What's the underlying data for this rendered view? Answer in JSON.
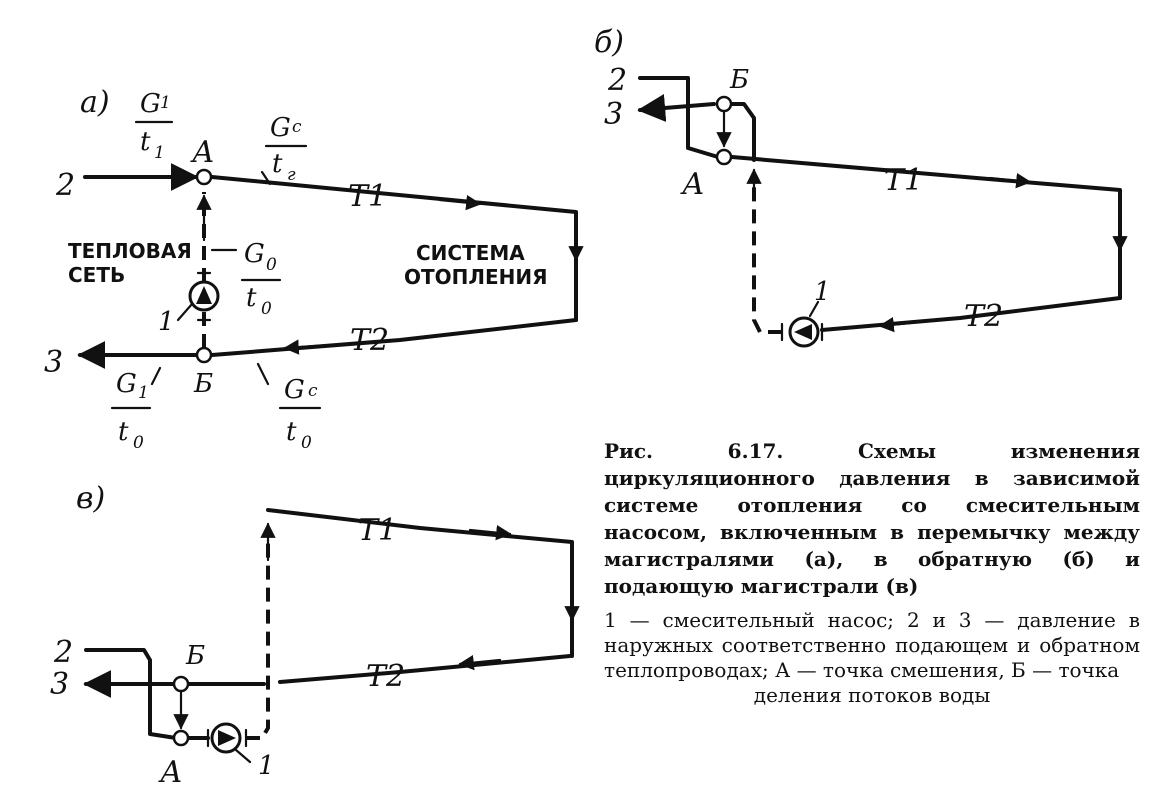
{
  "panels": {
    "a": {
      "letter": "а)",
      "inlet": "2",
      "outlet": "3",
      "node_A": "А",
      "node_B": "Б",
      "pipe_supply": "Т1",
      "pipe_return": "Т2",
      "pump_num": "1",
      "network_label": [
        "ТЕПЛОВАЯ",
        "СЕТЬ"
      ],
      "system_label": [
        "СИСТЕМА",
        "ОТОПЛЕНИЯ"
      ],
      "G1_top": "G",
      "G1_top_sub": "1",
      "t1_top": "t",
      "t1_top_sub": "1",
      "Gc_top": "G",
      "Gc_top_sub": "с",
      "tr_top": "t",
      "tr_top_sub": "г",
      "G0": "G",
      "G0_sub": "0",
      "t0_mid": "t",
      "t0_mid_sub": "0",
      "G1_bot": "G",
      "G1_bot_sub": "1",
      "t0_bot_l": "t",
      "t0_bot_l_sub": "0",
      "Gc_bot": "G",
      "Gc_bot_sub": "с",
      "t0_bot_r": "t",
      "t0_bot_r_sub": "0"
    },
    "b": {
      "letter": "б)",
      "inlet": "2",
      "outlet": "3",
      "node_A": "А",
      "node_B": "Б",
      "pipe_supply": "Т1",
      "pipe_return": "Т2",
      "pump_num": "1"
    },
    "c": {
      "letter": "в)",
      "inlet": "2",
      "outlet": "3",
      "node_A": "А",
      "node_B": "Б",
      "pipe_supply": "Т1",
      "pipe_return": "Т2",
      "pump_num": "1"
    }
  },
  "caption": {
    "main": "Рис. 6.17. Схемы изменения циркуляционного давления в зависимой системе отопления со смесительным насосом, включенным в перемычку между магистралями (а), в обратную (б) и подающую магистрали (в)",
    "legend": "1 — смесительный насос; 2 и 3 — давление в наружных соответственно подающем и обратном теплопроводах; А — точка смешения, Б — точка",
    "legend_last": "деления потоков воды"
  }
}
